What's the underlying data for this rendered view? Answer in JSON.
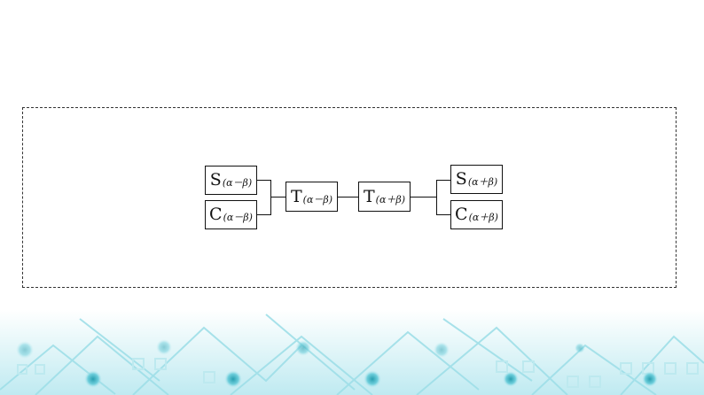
{
  "diagram": {
    "nodes": {
      "s_minus": {
        "main": "S",
        "sub": "(α－β)"
      },
      "c_minus": {
        "main": "C",
        "sub": "(α－β)"
      },
      "t_minus": {
        "main": "T",
        "sub": "(α－β)"
      },
      "t_plus": {
        "main": "T",
        "sub": "(α＋β)"
      },
      "s_plus": {
        "main": "S",
        "sub": "(α＋β)"
      },
      "c_plus": {
        "main": "C",
        "sub": "(α＋β)"
      }
    }
  },
  "colors": {
    "line": "#111111",
    "frame_border": "#333333",
    "decor_primary": "#7fd3e0",
    "decor_accent": "#3aa9b8"
  }
}
